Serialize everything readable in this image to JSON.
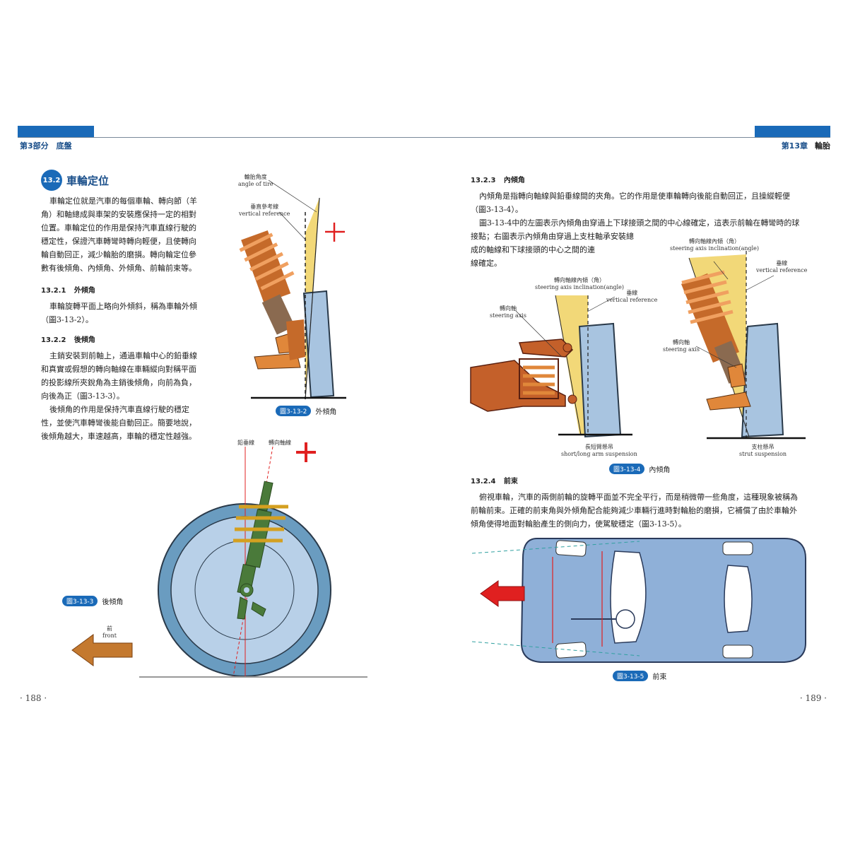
{
  "header": {
    "left_label": "第3部分　底盤",
    "right_chapter": "第13章",
    "right_title": "輪胎"
  },
  "section": {
    "number": "13.2",
    "title": "車輪定位"
  },
  "left_page": {
    "intro_lines": [
      "車輪定位就是汽車的每個車輪、轉向節（羊",
      "角）和軸總成與車架的安裝應保持一定的相對",
      "位置。車輪定位的作用是保持汽車直線行駛的",
      "穩定性，保證汽車轉彎時轉向輕便，且使轉向",
      "輪自動回正，減少輪胎的磨損。轉向輪定位參",
      "數有後傾角、內傾角、外傾角、前輪前束等。"
    ],
    "sub1": {
      "num": "13.2.1",
      "title": "外傾角"
    },
    "sub1_text": [
      "車輪旋轉平面上略向外傾斜，稱為車輪外傾",
      "（圖3-13-2）。"
    ],
    "sub2": {
      "num": "13.2.2",
      "title": "後傾角"
    },
    "sub2_text": [
      "主銷安裝到前軸上，通過車輪中心的鉛垂線",
      "和真實或假想的轉向軸線在車輛縱向對稱平面",
      "的投影線所夾銳角為主銷後傾角，向前為負，",
      "向後為正（圖3-13-3）。",
      "後傾角的作用是保持汽車直線行駛的穩定",
      "性，並使汽車轉彎後能自動回正。簡要地說，",
      "後傾角越大，車速越高，車輪的穩定性越強。"
    ],
    "fig2": {
      "label_angle": "輪胎角度",
      "label_angle_en": "angle of tire",
      "label_vref": "垂直參考線",
      "label_vref_en": "vertical reference",
      "cap_num": "圖3-13-2",
      "cap_text": "外傾角"
    },
    "fig3": {
      "label_plumb": "鉛垂線",
      "label_axis": "轉向軸線",
      "label_front": "前",
      "label_front_en": "front",
      "cap_num": "圖3-13-3",
      "cap_text": "後傾角"
    },
    "page_number": "· 188 ·"
  },
  "right_page": {
    "sub3": {
      "num": "13.2.3",
      "title": "內傾角"
    },
    "sub3_text": [
      "內傾角是指轉向軸線與鉛垂線間的夾角。它的作用是使車輪轉向後能自動回正，且操縱輕便",
      "（圖3-13-4）。",
      "圖3-13-4中的左圖表示內傾角由穿過上下球接頭之間的中心線確定，這表示前輪在轉彎時的球",
      "接點；右圖表示內傾角由穿過上支柱軸承安裝總",
      "成的軸線和下球接頭的中心之間的連",
      "線確定。"
    ],
    "fig4": {
      "label_sai": "轉向軸線內傾（角）",
      "label_sai_en": "steering axis inclination(angle)",
      "label_vert": "垂線",
      "label_vert_en": "vertical reference",
      "label_axis": "轉向軸",
      "label_axis_en": "steering axis",
      "label_sla": "長短臂懸吊",
      "label_sla_en": "short/long arm suspension",
      "label_strut": "支柱懸吊",
      "label_strut_en": "strut suspension",
      "cap_num": "圖3-13-4",
      "cap_text": "內傾角"
    },
    "sub4": {
      "num": "13.2.4",
      "title": "前束"
    },
    "sub4_text": [
      "俯視車輪，汽車的兩側前輪的旋轉平面並不完全平行，而是稍微帶一些角度，這種現象被稱為",
      "前輪前束。正確的前束角與外傾角配合能夠減少車輛行進時對輪胎的磨損，它補償了由於車輪外",
      "傾角使得地面對輪胎產生的側向力，使駕駛穩定（圖3-13-5）。"
    ],
    "fig5": {
      "cap_num": "圖3-13-5",
      "cap_text": "前束"
    },
    "page_number": "· 189 ·"
  },
  "colors": {
    "accent": "#1a6ab8",
    "tire": "#a8c4e0",
    "spring": "#e0873a",
    "angle_fill": "#f2d878",
    "red": "#e02020",
    "green": "#4a7a3a"
  }
}
